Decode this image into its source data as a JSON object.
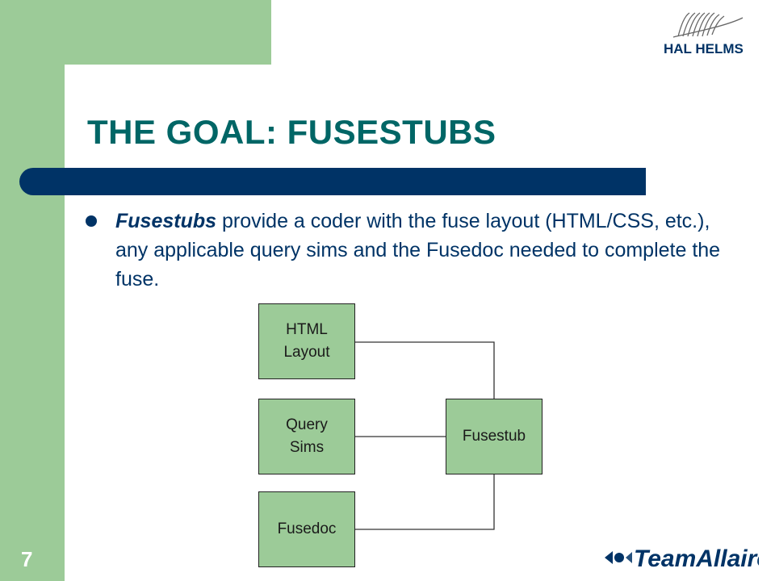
{
  "colors": {
    "green": "#9CCB98",
    "navy": "#003366",
    "teal": "#006666",
    "box": "#9CCB98"
  },
  "slide": {
    "title": "THE GOAL: FUSESTUBS",
    "bullet": {
      "emphasis": "Fusestubs",
      "text": " provide a coder with the fuse layout (HTML/CSS, etc.), any applicable query sims and the Fusedoc needed to complete the fuse."
    },
    "page_number": "7"
  },
  "diagram": {
    "boxes": {
      "html_layout": "HTML\nLayout",
      "query_sims": "Query\nSims",
      "fusedoc": "Fusedoc",
      "fusestub": "Fusestub"
    }
  },
  "logos": {
    "top_right": "HAL HELMS",
    "bottom_right_brand": "Team",
    "bottom_right_name": "Allaire"
  }
}
